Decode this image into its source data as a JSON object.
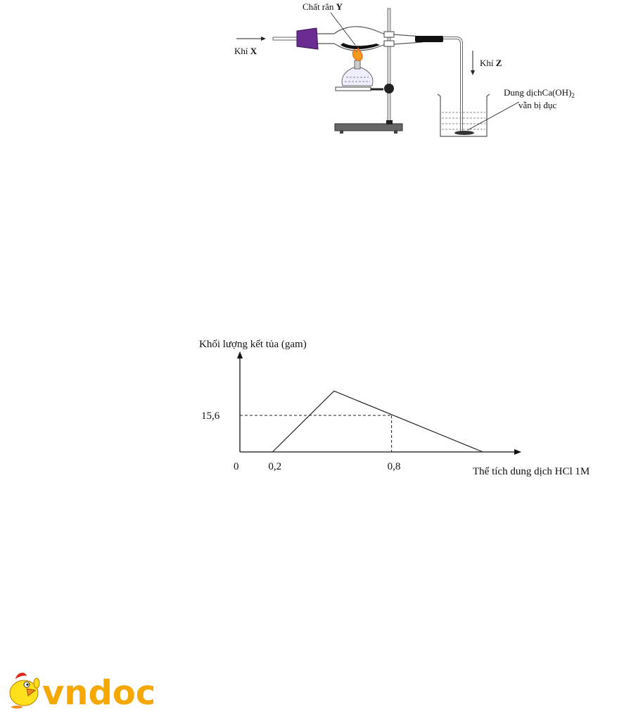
{
  "apparatus": {
    "label_solid": "Chất rắn ",
    "label_solid_var": "Y",
    "label_gas_in": "Khí ",
    "label_gas_in_var": "X",
    "label_gas_out": "Khí ",
    "label_gas_out_var": "Z",
    "label_solution": "Dung dịchCa(OH)",
    "label_solution_sub": "2",
    "label_solution_state": "vẫn bị đục",
    "colors": {
      "stopper": "#6a2c91",
      "flame": "#f39a1e"
    }
  },
  "chart_data": {
    "type": "line",
    "ylabel": "Khối lượng kết tủa (gam)",
    "xlabel": "Thể tích dung dịch HCl 1M",
    "origin_label": "0",
    "x_ticks": [
      {
        "value": 0.2,
        "label": "0,2"
      },
      {
        "value": 0.8,
        "label": "0,8"
      }
    ],
    "y_ticks": [
      {
        "value": 15.6,
        "label": "15,6"
      }
    ],
    "series": [
      {
        "name": "precipitate",
        "points": [
          [
            0.2,
            0
          ],
          [
            0.51,
            26
          ],
          [
            1.26,
            0
          ]
        ]
      }
    ],
    "reference_point": [
      0.8,
      15.6
    ],
    "grid": false
  },
  "footer": {
    "logo_text": "vndoc",
    "logo_color": "#f5a800"
  }
}
